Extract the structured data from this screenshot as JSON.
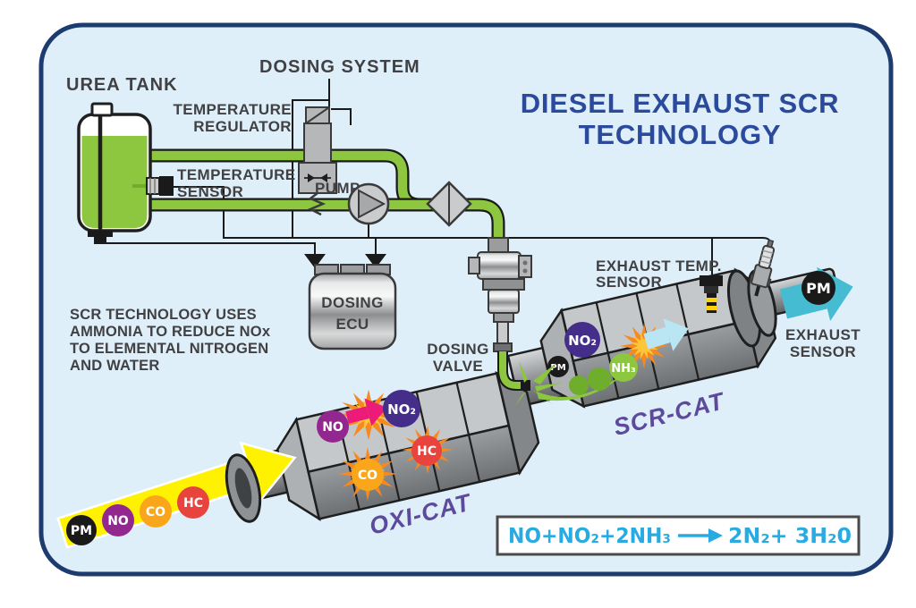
{
  "title": {
    "line1": "DIESEL EXHAUST SCR",
    "line2": "TECHNOLOGY"
  },
  "labels": {
    "urea_tank": "UREA TANK",
    "dosing_system": "DOSING SYSTEM",
    "temperature_regulator": {
      "l1": "TEMPERATURE",
      "l2": "REGULATOR"
    },
    "temperature_sensor": {
      "l1": "TEMPERATURE",
      "l2": "SENSOR"
    },
    "pump": "PUMP",
    "dosing_ecu": {
      "l1": "DOSING",
      "l2": "ECU"
    },
    "dosing_valve": {
      "l1": "DOSING",
      "l2": "VALVE"
    },
    "exhaust_temp_sensor": {
      "l1": "EXHAUST TEMP.",
      "l2": "SENSOR"
    },
    "exhaust_sensor": {
      "l1": "EXHAUST",
      "l2": "SENSOR"
    },
    "oxi_cat": "OXI-CAT",
    "scr_cat": "SCR-CAT"
  },
  "description": {
    "l1": "SCR TECHNOLOGY USES",
    "l2": "AMMONIA TO REDUCE NOx",
    "l3": "TO ELEMENTAL NITROGEN",
    "l4": "AND WATER"
  },
  "equation": {
    "reactants": "NO+NO₂+2NH₃",
    "products": "2N₂+ 3H₂0"
  },
  "molecules": {
    "inlet": [
      {
        "label": "PM",
        "color": "#1a1a1a"
      },
      {
        "label": "NO",
        "color": "#92278f"
      },
      {
        "label": "CO",
        "color": "#faa61a"
      },
      {
        "label": "HC",
        "color": "#e8433c"
      }
    ],
    "oxi_cat": [
      {
        "label": "NO",
        "color": "#92278f"
      },
      {
        "label": "NO₂",
        "color": "#452d8a"
      },
      {
        "label": "CO",
        "color": "#faa61a"
      },
      {
        "label": "HC",
        "color": "#e8433c"
      }
    ],
    "scr_cat": [
      {
        "label": "NO₂",
        "color": "#452d8a"
      },
      {
        "label": "PM",
        "color": "#1a1a1a"
      },
      {
        "label": "NH₃",
        "color": "#8dc63f"
      }
    ],
    "outlet": [
      {
        "label": "PM",
        "color": "#1a1a1a"
      }
    ]
  },
  "colors": {
    "panel_bg": "#deeffa",
    "panel_border": "#1c3b6e",
    "title_blue": "#2b4a9c",
    "label_dark": "#414042",
    "urea_green": "#8dc63f",
    "spray_green": "#6fae2c",
    "cat_label_purple": "#5d4a9c",
    "equation_cyan": "#29abe2",
    "arrow_yellow": "#fff200",
    "arrow_cyan": "#45bcd2",
    "arrow_cyan_pale": "#b9e6f2",
    "arrow_magenta": "#ec1a78",
    "burst_orange": "#f6891f",
    "burst_yellow": "#fdc63a"
  }
}
